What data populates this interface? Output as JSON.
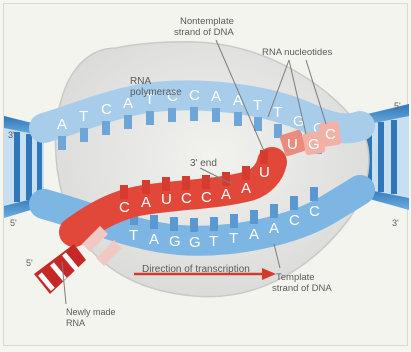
{
  "labels": {
    "rna_polymerase": [
      "RNA",
      "polymerase"
    ],
    "nontemplate_strand": [
      "Nontemplate",
      "strand of DNA"
    ],
    "rna_nucleotides": "RNA nucleotides",
    "three_prime_end": "3' end",
    "direction": "Direction of transcription",
    "template_strand": [
      "Template",
      "strand of DNA"
    ],
    "newly_made_rna": [
      "Newly made",
      "RNA"
    ]
  },
  "ends": {
    "left_top": "3'",
    "left_bottom": "5'",
    "right_top": "5'",
    "right_bottom": "3'",
    "rna_tail": "5'"
  },
  "bases": {
    "nontemplate": [
      "A",
      "T",
      "C",
      "A",
      "T",
      "C",
      "C",
      "A",
      "A",
      "T",
      "T",
      "G",
      "G"
    ],
    "rna": [
      "C",
      "A",
      "U",
      "C",
      "C",
      "A",
      "A",
      "U"
    ],
    "template": [
      "T",
      "A",
      "G",
      "G",
      "T",
      "T",
      "A",
      "A",
      "C",
      "C"
    ],
    "free_nucleotides": [
      "U",
      "G",
      "C"
    ]
  },
  "colors": {
    "dna_blue": "#5f9fd6",
    "dna_light": "#a8cdeb",
    "rna_red": "#e1483a",
    "rna_dark": "#c62828",
    "polymerase": "#e7e7e4",
    "arrow": "#d33a2c"
  }
}
